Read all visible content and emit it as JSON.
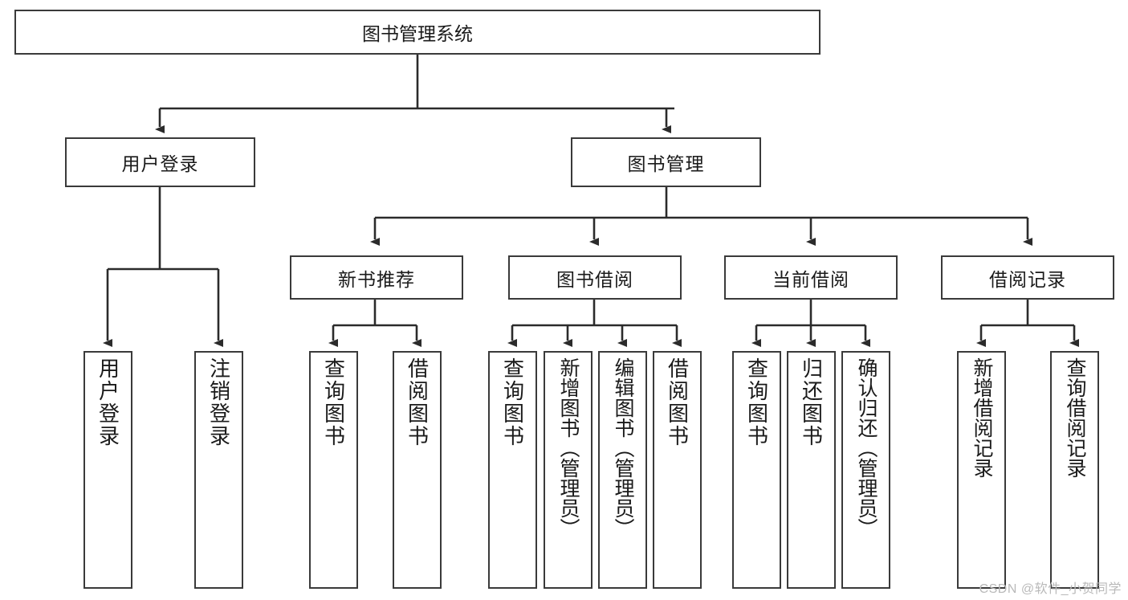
{
  "diagram": {
    "title": "图书管理系统",
    "type": "tree-hierarchy",
    "watermark": "CSDN @软件_小贺同学",
    "colors": {
      "box_border": "#3a3a3a",
      "box_fill": "#ffffff",
      "edge": "#2b2b2b",
      "text": "#1a1a1a",
      "watermark": "#b9b9b9"
    },
    "root": {
      "label": "图书管理系统"
    },
    "level2": [
      {
        "label": "用户登录"
      },
      {
        "label": "图书管理"
      }
    ],
    "level3": [
      {
        "label": "新书推荐"
      },
      {
        "label": "图书借阅"
      },
      {
        "label": "当前借阅"
      },
      {
        "label": "借阅记录"
      }
    ],
    "leaves": {
      "user_login": [
        {
          "label": "用户登录"
        },
        {
          "label": "注销登录"
        }
      ],
      "new_book_recommend": [
        {
          "label": "查询图书"
        },
        {
          "label": "借阅图书"
        }
      ],
      "book_borrow": [
        {
          "label": "查询图书"
        },
        {
          "label": "新增图书（管理员）"
        },
        {
          "label": "编辑图书（管理员）"
        },
        {
          "label": "借阅图书"
        }
      ],
      "current_borrow": [
        {
          "label": "查询图书"
        },
        {
          "label": "归还图书"
        },
        {
          "label": "确认归还（管理员）"
        }
      ],
      "borrow_record": [
        {
          "label": "新增借阅记录"
        },
        {
          "label": "查询借阅记录"
        }
      ]
    }
  }
}
